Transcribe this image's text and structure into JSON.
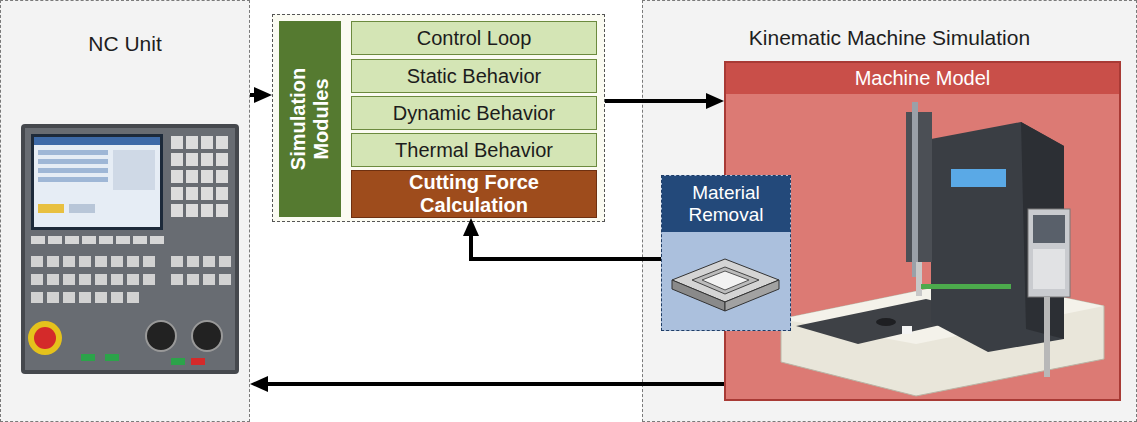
{
  "diagram": {
    "nodes": [
      {
        "text": [
          "NC Unit"
        ]
      },
      {
        "text": [
          "Simulation Modules"
        ]
      },
      {
        "text": [
          "Control Loop"
        ],
        "in": 1
      },
      {
        "text": [
          "Static Behavior"
        ],
        "in": 1
      },
      {
        "text": [
          "Dynamic Behavior"
        ],
        "in": 1
      },
      {
        "text": [
          "Thermal Behavior"
        ],
        "in": 1
      },
      {
        "text": [
          "Cutting Force Calculation"
        ],
        "in": 1
      },
      {
        "text": [
          "Kinematic Machine Simulation"
        ]
      },
      {
        "text": [
          "Machine Model"
        ],
        "in": 7
      },
      {
        "text": [
          "Material Removal"
        ],
        "in": 7
      }
    ],
    "edges": [
      {
        "from": 0,
        "to": 1,
        "arrow": "to"
      },
      {
        "from": 1,
        "to": 8,
        "arrow": "to"
      },
      {
        "from": 9,
        "to": 6,
        "arrow": "to"
      },
      {
        "from": 8,
        "to": 0,
        "arrow": "to"
      }
    ]
  }
}
